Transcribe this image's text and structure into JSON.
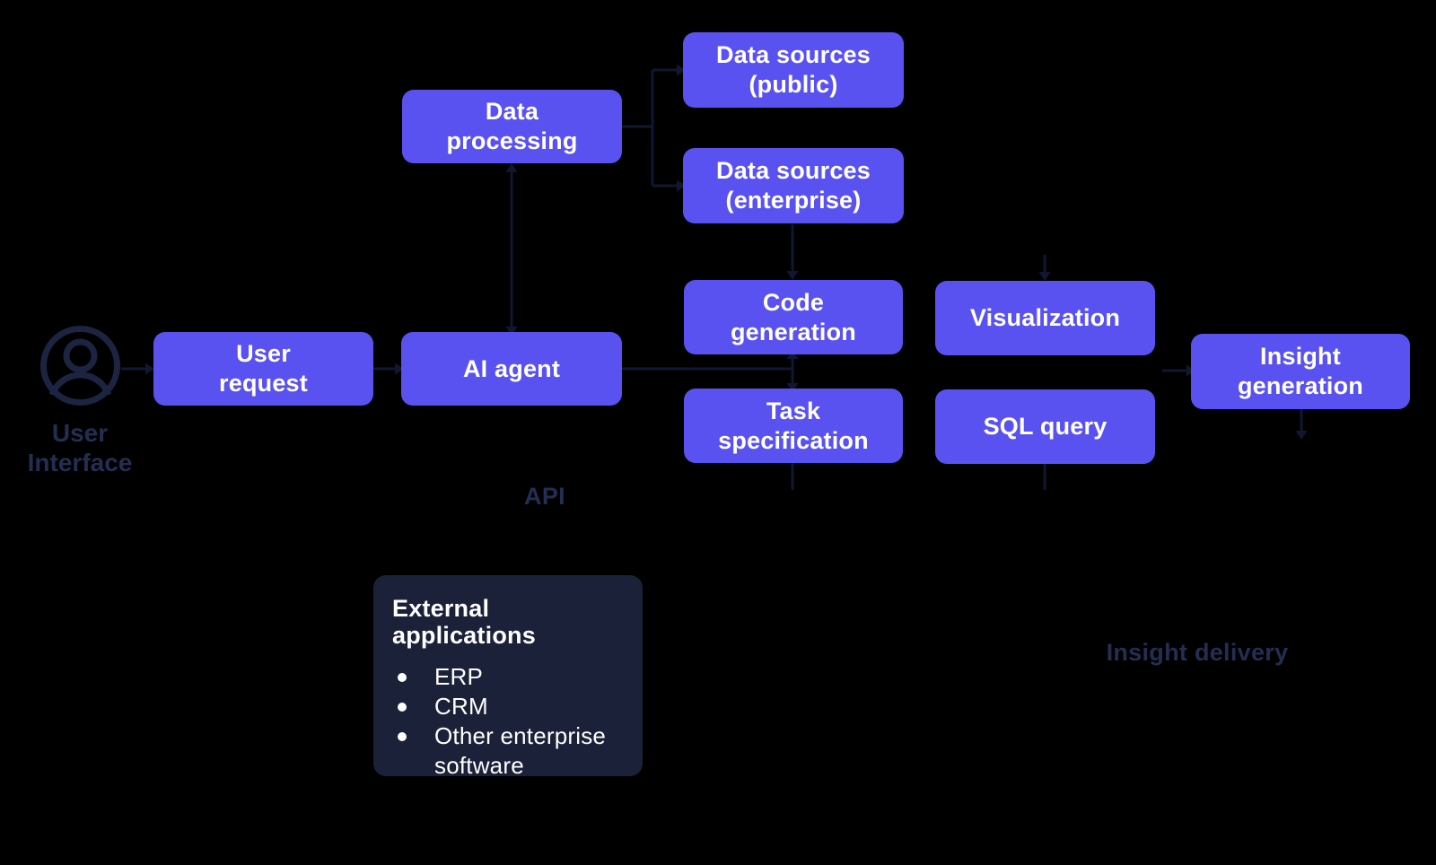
{
  "diagram": {
    "background": "#000000",
    "node_color": "#5A52F0",
    "node_text_color": "#FFFFFF",
    "panel_color": "#1B2138",
    "label_color": "#242E52",
    "connector_color": "#111730",
    "icon_color": "#1C2442"
  },
  "user_interface": {
    "label": "User\nInterface",
    "icon": "person-in-circle-icon"
  },
  "nodes": [
    {
      "id": "data-processing",
      "label": "Data\nprocessing"
    },
    {
      "id": "data-sources-public",
      "label": "Data sources\n(public)"
    },
    {
      "id": "data-sources-enterprise",
      "label": "Data sources\n(enterprise)"
    },
    {
      "id": "code-generation",
      "label": "Code\ngeneration"
    },
    {
      "id": "visualization",
      "label": "Visualization"
    },
    {
      "id": "user-request",
      "label": "User\nrequest"
    },
    {
      "id": "ai-agent",
      "label": "AI agent"
    },
    {
      "id": "task-specification",
      "label": "Task\nspecification"
    },
    {
      "id": "sql-query",
      "label": "SQL query"
    },
    {
      "id": "insight-generation",
      "label": "Insight\ngeneration"
    }
  ],
  "labels": {
    "api": "API",
    "insight_delivery": "Insight delivery"
  },
  "external_panel": {
    "title": "External applications",
    "bullets": [
      "ERP",
      "CRM",
      "Other enterprise software"
    ]
  }
}
